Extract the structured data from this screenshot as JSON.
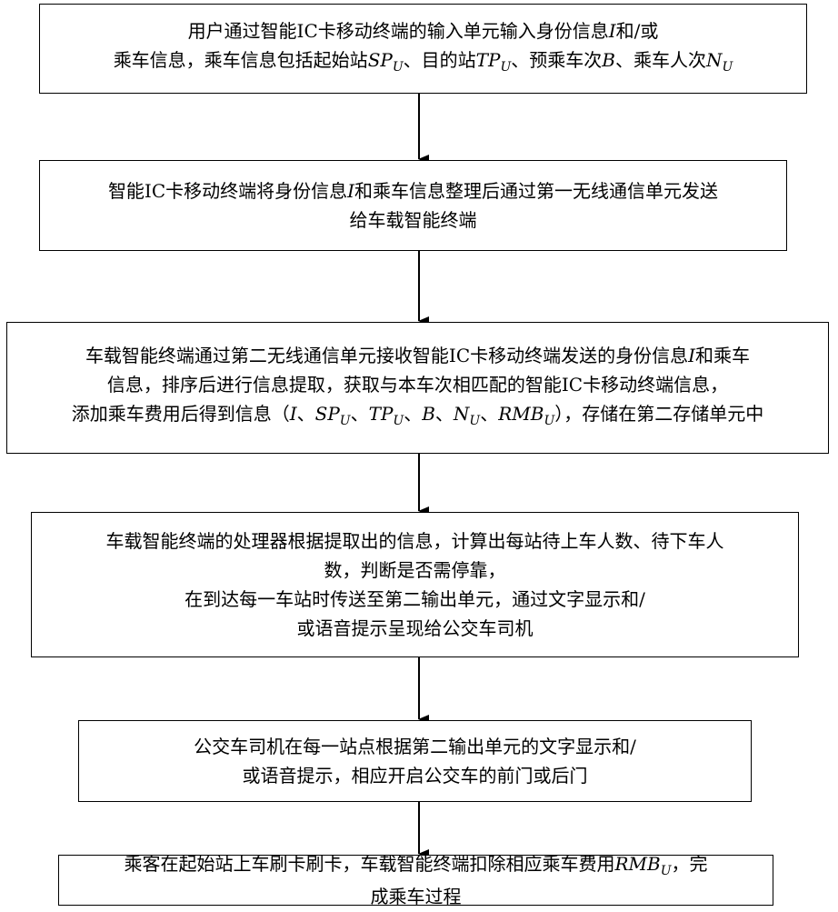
{
  "flowchart": {
    "steps": [
      {
        "lines": [
          "用户通过智能IC卡移动终端的输入单元输入身份信息I和/或",
          "乘车信息，乘车信息包括起始站SP_U、目的站TP_U、预乘车次B、乘车人次N_U"
        ]
      },
      {
        "lines": [
          "智能IC卡移动终端将身份信息I和乘车信息整理后通过第一无线通信单元发送",
          "给车载智能终端"
        ]
      },
      {
        "lines": [
          "车载智能终端通过第二无线通信单元接收智能IC卡移动终端发送的身份信息I和乘车",
          "信息，排序后进行信息提取，获取与本车次相匹配的智能IC卡移动终端信息，",
          "添加乘车费用后得到信息（I、SP_U、TP_U、B、N_U、RMB_U），存储在第二存储单元中"
        ]
      },
      {
        "lines": [
          "车载智能终端的处理器根据提取出的信息，计算出每站待上车人数、待下车人",
          "数，判断是否需停靠，",
          "在到达每一车站时传送至第二输出单元，通过文字显示和/",
          "或语音提示呈现给公交车司机"
        ]
      },
      {
        "lines": [
          "公交车司机在每一站点根据第二输出单元的文字显示和/",
          "或语音提示，相应开启公交车的前门或后门"
        ]
      },
      {
        "lines": [
          "乘客在起始站上车刷卡刷卡，车载智能终端扣除相应乘车费用RMB_U，完",
          "成乘车过程"
        ]
      }
    ]
  }
}
